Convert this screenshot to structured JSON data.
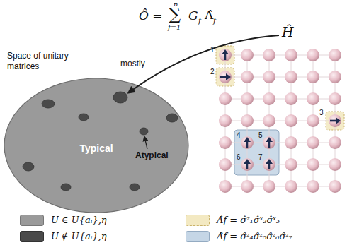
{
  "diagram": {
    "nodes": [
      {
        "text": [
          "Typical"
        ]
      }
    ],
    "labels": [
      "Ô =",
      "∑",
      "n",
      "f=1",
      "G",
      "f",
      "Λ̂",
      "f",
      "Space of unitary matrices",
      "mostly",
      "Ĥ",
      "Atypical",
      "1",
      "2",
      "3",
      "4",
      "5",
      "6",
      "7"
    ],
    "legend": [
      {
        "text": "U ∈ U{aᵢ},η",
        "color": "#9a9a9a"
      },
      {
        "text": "U ∉ U{aᵢ},η",
        "color": "#4a4a4a"
      },
      {
        "text": "Λ̂f = σ̂ᶻ₁σ̂ˣ₂σ̂ˣ₃",
        "color": "#f3e9c2"
      },
      {
        "text": "Λ̂f = σ̂ᶻ₄σ̂ᶻ₅σ̂ᶻ₆σ̂ᶻ₇",
        "color": "#c5d6e6"
      }
    ]
  }
}
